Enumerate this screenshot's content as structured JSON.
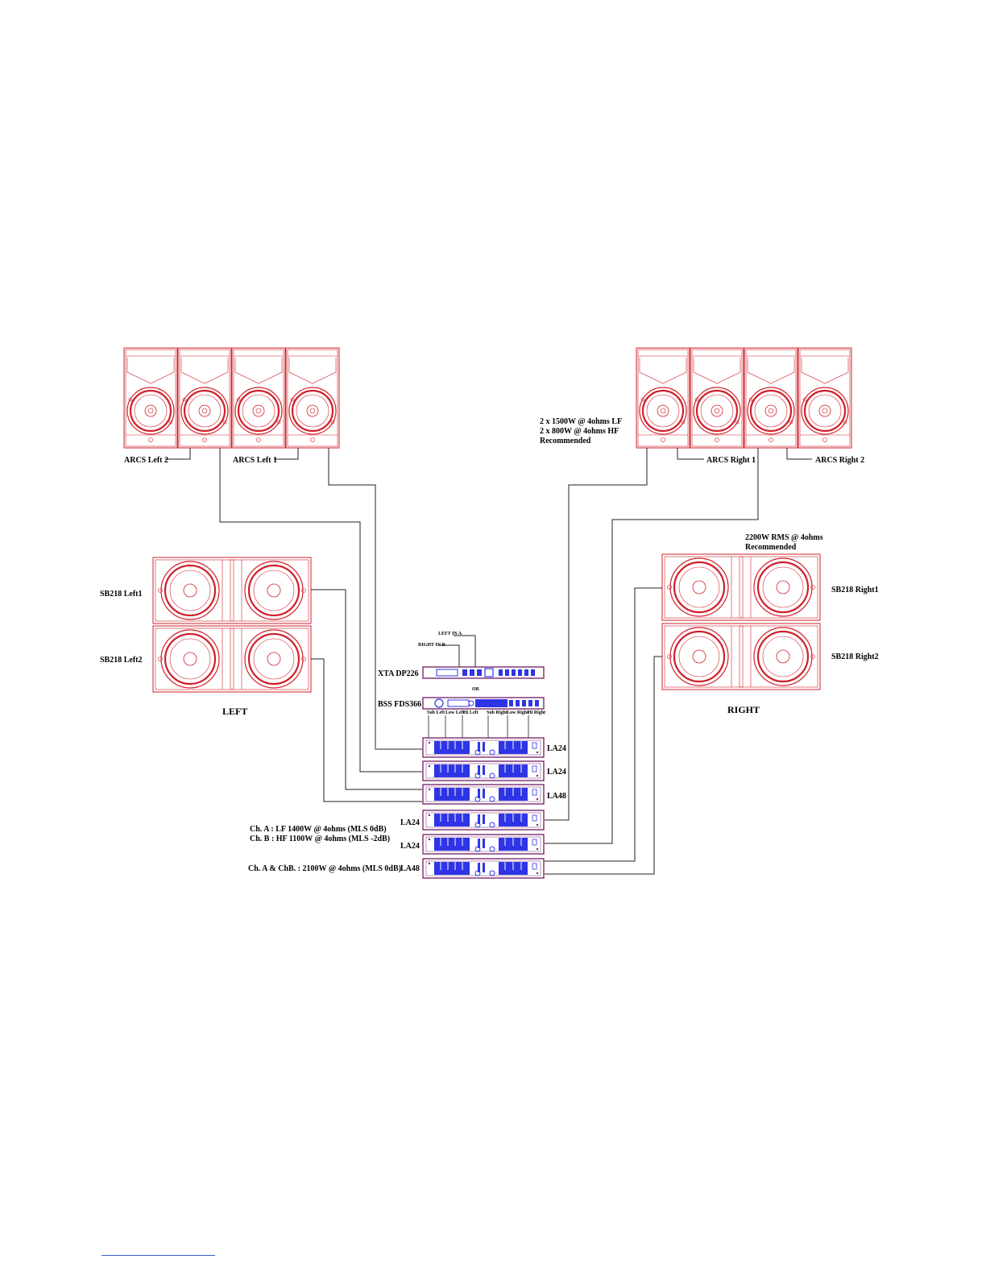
{
  "labels": {
    "arcs_left2": "ARCS Left 2",
    "arcs_left1": "ARCS Left 1",
    "arcs_right1": "ARCS Right 1",
    "arcs_right2": "ARCS Right 2",
    "arcs_rec_line1": "2 x 1500W @ 4ohms LF",
    "arcs_rec_line2": "2 x 800W @ 4ohms HF",
    "arcs_rec_line3": "Recommended",
    "sb_rec_line1": "2200W RMS @ 4ohms",
    "sb_rec_line2": "Recommended",
    "sb_left1": "SB218 Left1",
    "sb_left2": "SB218 Left2",
    "sb_right1": "SB218 Right1",
    "sb_right2": "SB218 Right2",
    "left": "LEFT",
    "right": "RIGHT",
    "left_in": "LEFT IN A",
    "right_in": "RIGHT IN B",
    "xta": "XTA DP226",
    "or": "OR",
    "bss": "BSS FDS366",
    "bss_outputs": [
      "Sub Left",
      "Low Left",
      "Hi Left",
      "Sub Right",
      "Low Right",
      "Hi Right"
    ],
    "amps_right": [
      "LA24",
      "LA24",
      "LA48"
    ],
    "amps_left": [
      "LA24",
      "LA24",
      "LA48"
    ],
    "ch_spec_line1": "Ch. A : LF 1400W @ 4ohms (MLS 0dB)",
    "ch_spec_line2": "Ch. B : HF 1100W @ 4ohms (MLS -2dB)",
    "ch_spec_line3": "Ch. A & ChB. : 2100W @ 4ohms (MLS 0dB)"
  },
  "colors": {
    "speaker": "#d0202a",
    "rack": "#7a2b6e",
    "amp_panel": "#2f35e6",
    "wire": "#222222",
    "footer": "#3a5cc9"
  }
}
